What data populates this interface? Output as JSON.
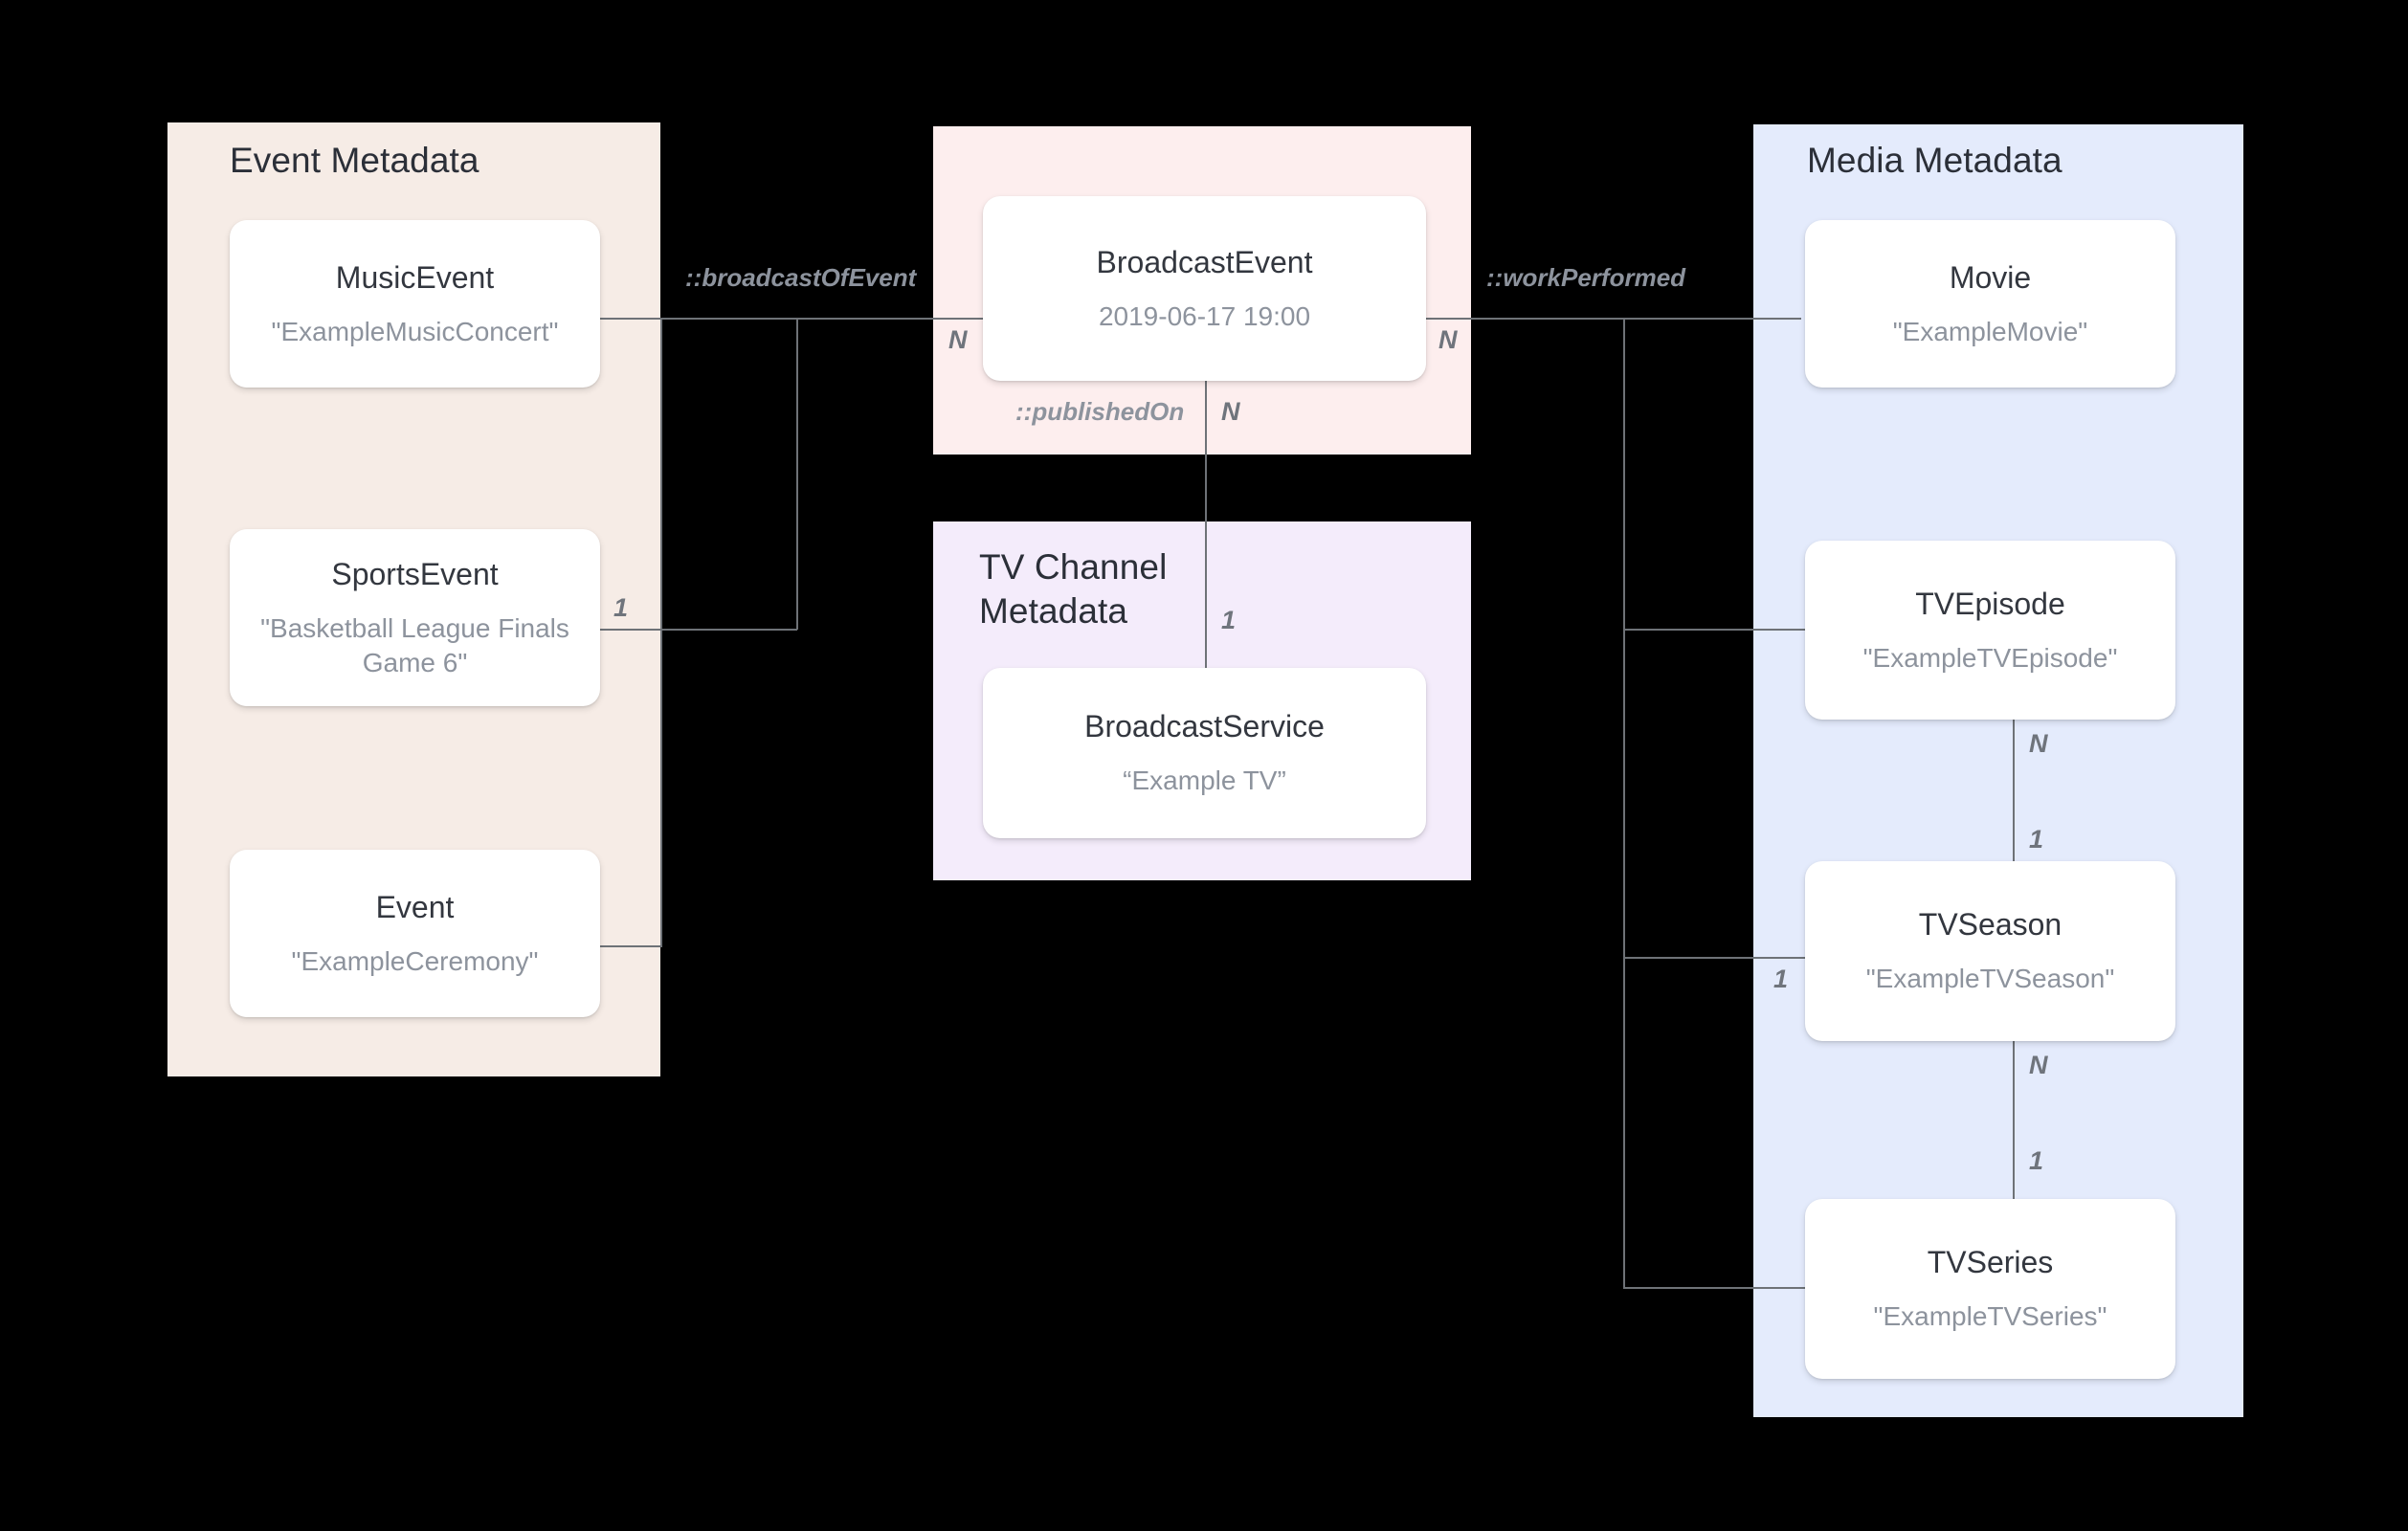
{
  "diagram": {
    "title": "Broadcast / Media metadata entity relationship diagram",
    "background_color": "#000000",
    "line_color": "#6e7277"
  },
  "panels": [
    {
      "id": "event-metadata",
      "title": "Event Metadata",
      "color": "#f6ece6"
    },
    {
      "id": "broadcast-event",
      "title": "",
      "color": "#fdeeee"
    },
    {
      "id": "tv-channel",
      "title": "TV Channel\nMetadata",
      "color": "#f4ecfb"
    },
    {
      "id": "media-metadata",
      "title": "Media Metadata",
      "color": "#e4ebfc"
    }
  ],
  "nodes": {
    "music_event": {
      "title": "MusicEvent",
      "value": "\"ExampleMusicConcert\""
    },
    "sports_event": {
      "title": "SportsEvent",
      "value": "\"Basketball League Finals Game 6\""
    },
    "event": {
      "title": "Event",
      "value": "\"ExampleCeremony\""
    },
    "broadcast_event": {
      "title": "BroadcastEvent",
      "value": "2019-06-17 19:00"
    },
    "broadcast_service": {
      "title": "BroadcastService",
      "value": "“Example TV”"
    },
    "movie": {
      "title": "Movie",
      "value": "\"ExampleMovie\""
    },
    "tv_episode": {
      "title": "TVEpisode",
      "value": "\"ExampleTVEpisode\""
    },
    "tv_season": {
      "title": "TVSeason",
      "value": "\"ExampleTVSeason\""
    },
    "tv_series": {
      "title": "TVSeries",
      "value": "\"ExampleTVSeries\""
    }
  },
  "edges": {
    "broadcast_of_event": {
      "label": "::broadcastOfEvent",
      "source_mult": "1",
      "target_mult": "N"
    },
    "work_performed": {
      "label": "::workPerformed",
      "source_mult": "N",
      "target_mult": "1"
    },
    "published_on": {
      "label": "::publishedOn",
      "source_mult": "N",
      "target_mult": "1"
    },
    "episode_season": {
      "label": "",
      "source_mult": "N",
      "target_mult": "1"
    },
    "season_series": {
      "label": "",
      "source_mult": "N",
      "target_mult": "1"
    }
  },
  "multiplicities": {
    "sports_event_out": "1",
    "broadcast_event_left": "N",
    "broadcast_event_right": "N",
    "broadcast_event_bottom": "N",
    "broadcast_service_top": "1",
    "tv_episode_bottom": "N",
    "tv_season_top": "1",
    "tv_season_left": "1",
    "tv_season_bottom": "N",
    "tv_series_top": "1"
  }
}
